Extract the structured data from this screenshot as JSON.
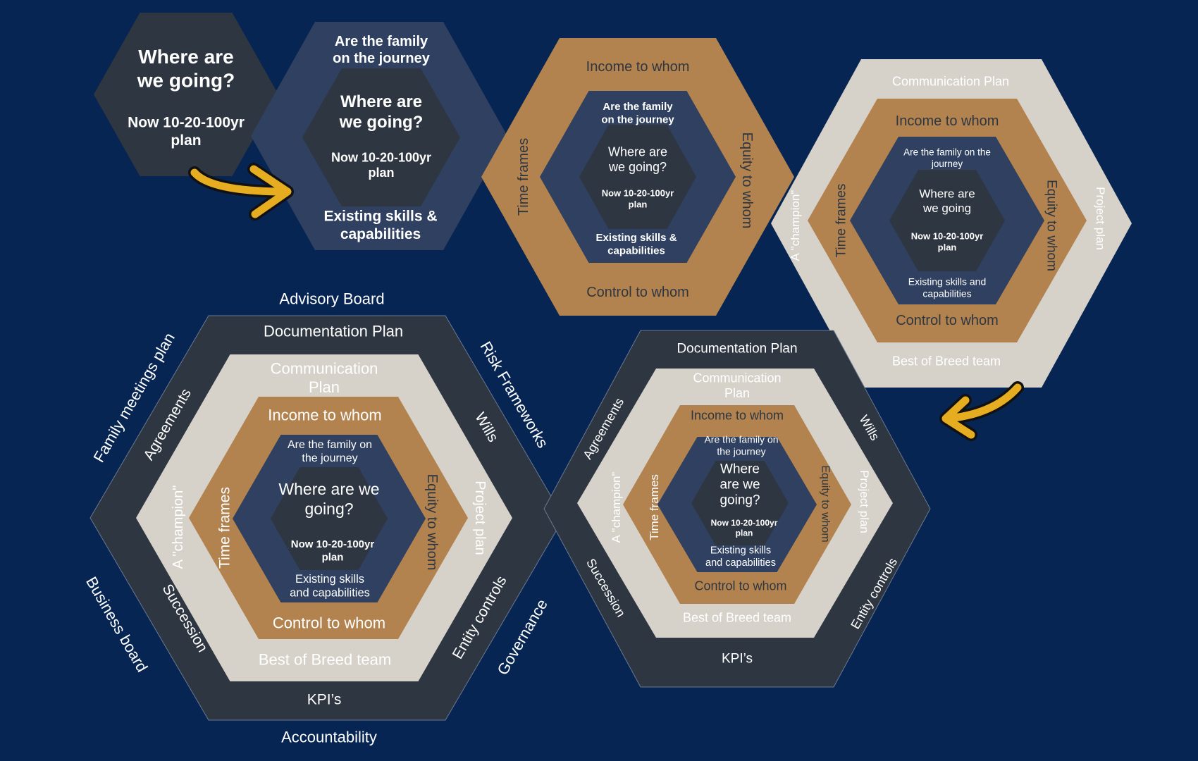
{
  "colors": {
    "background": "#072553",
    "charcoal": "#2e3641",
    "slate": "#2f4060",
    "bronze": "#b3834f",
    "stone": "#d6d2ca",
    "arrow": "#e5ad1f",
    "arrow_outline": "#111111"
  },
  "text": {
    "where_going_q": "Where are we going?",
    "where_going": "Where are we going",
    "now_plan": "Now 10-20-100yr plan",
    "family_journey": "Are the family on the journey",
    "skills_amp": "Existing skills & capabilities",
    "skills_and": "Existing skills and capabilities",
    "income": "Income to whom",
    "control": "Control to whom",
    "time_frames": "Time frames",
    "equity": "Equity to whom",
    "communication_plan": "Communication Plan",
    "best_breed": "Best of Breed team",
    "champion": "A \"champion\"",
    "project_plan": "Project plan",
    "documentation_plan": "Documentation Plan",
    "kpis": "KPI’s",
    "agreements": "Agreements",
    "succession": "Succession",
    "wills": "Wills",
    "entity_controls": "Entity controls",
    "advisory_board": "Advisory Board",
    "accountability": "Accountability",
    "family_meetings_plan": "Family meetings plan",
    "business_board": "Business board",
    "risk_frameworks": "Risk Frameworks",
    "governance": "Governance"
  },
  "icons": [
    "curved-arrow-right-icon",
    "curved-arrow-left-icon"
  ]
}
